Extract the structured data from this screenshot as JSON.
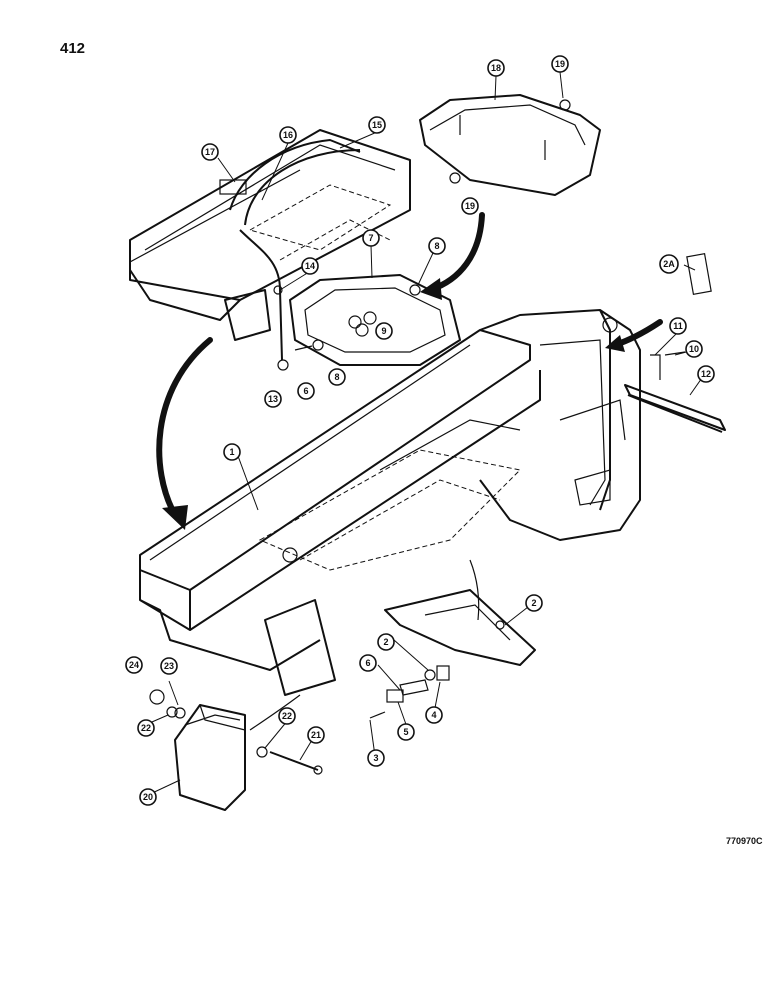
{
  "page_number": "412",
  "figure_code": "770970C",
  "callouts": [
    "18",
    "19",
    "17",
    "16",
    "15",
    "8",
    "7",
    "14",
    "9",
    "2A",
    "11",
    "10",
    "13",
    "6",
    "8",
    "12",
    "1",
    "2",
    "2",
    "6",
    "4",
    "5",
    "3",
    "24",
    "23",
    "22",
    "22",
    "21",
    "20",
    "19"
  ]
}
